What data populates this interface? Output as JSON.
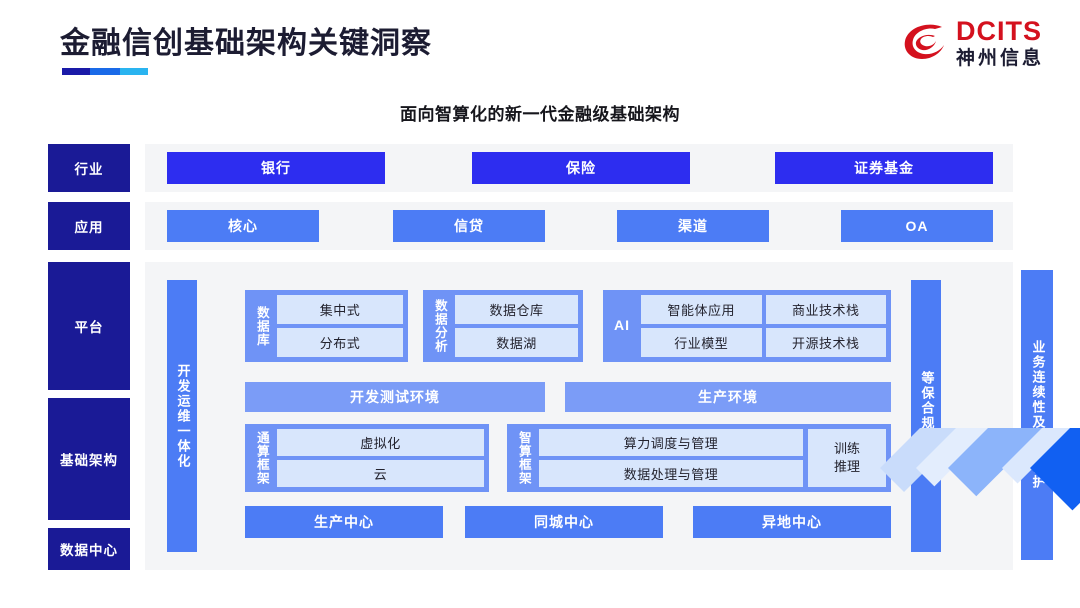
{
  "header": {
    "title": "金融信创基础架构关键洞察",
    "rule_colors": [
      "#1a1aa8",
      "#1a6ae8",
      "#2ab4f0"
    ],
    "logo": {
      "en": "DCITS",
      "cn": "神州信息",
      "color": "#d4111e"
    }
  },
  "subtitle": "面向智算化的新一代金融级基础架构",
  "row_labels": {
    "industry": "行业",
    "application": "应用",
    "platform": "平台",
    "infrastructure": "基础架构",
    "datacenter": "数据中心"
  },
  "industry_row": {
    "items": [
      "银行",
      "保险",
      "证券基金"
    ],
    "color": "#2d2df0"
  },
  "application_row": {
    "items": [
      "核心",
      "信贷",
      "渠道",
      "OA"
    ],
    "color": "#4c7cf5"
  },
  "vertical_bars": {
    "devops": "开发运维一体化",
    "security": "等保合规安全",
    "continuity": "业务连续性及数据保护",
    "color": "#4c7cf5"
  },
  "platform": {
    "groups": [
      {
        "title": "数据库",
        "items": [
          "集中式",
          "分布式"
        ]
      },
      {
        "title": "数据分析",
        "items": [
          "数据仓库",
          "数据湖"
        ]
      },
      {
        "title": "AI",
        "col1": [
          "智能体应用",
          "行业模型"
        ],
        "col2": [
          "商业技术栈",
          "开源技术栈"
        ]
      }
    ],
    "environments": [
      "开发测试环境",
      "生产环境"
    ]
  },
  "infrastructure": {
    "general_compute": {
      "title": "通算框架",
      "items": [
        "虚拟化",
        "云"
      ]
    },
    "intelligent_compute": {
      "title": "智算框架",
      "items": [
        "算力调度与管理",
        "数据处理与管理"
      ],
      "side": [
        "训练",
        "推理"
      ]
    }
  },
  "datacenter": {
    "items": [
      "生产中心",
      "同城中心",
      "异地中心"
    ],
    "color": "#4c7cf5"
  },
  "palette": {
    "label_blue": "#1a1a96",
    "panel_gray": "#f4f5f7",
    "group_blue": "#6f93f6",
    "sub_blue": "#d8e6fc",
    "env_blue": "#7b9cf7"
  }
}
